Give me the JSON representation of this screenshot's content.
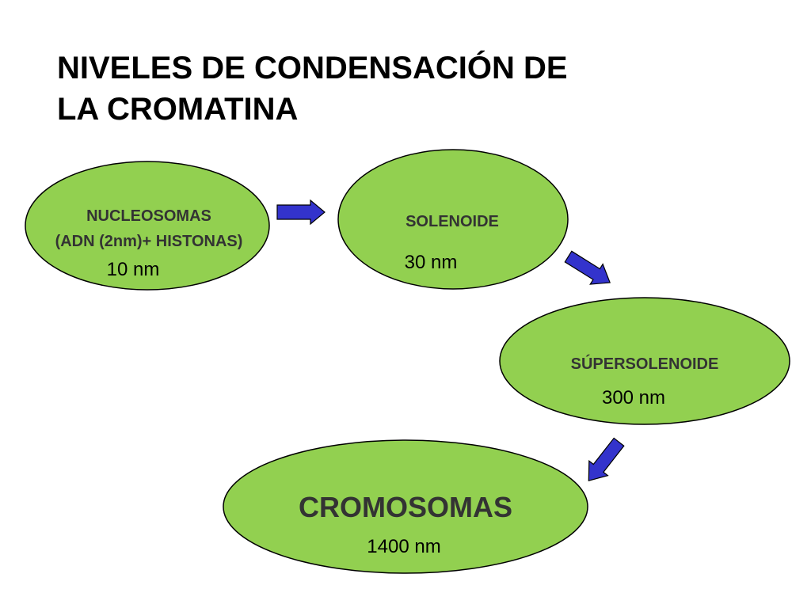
{
  "title": {
    "line1": "NIVELES DE CONDENSACIÓN DE",
    "line2": "LA CROMATINA"
  },
  "colors": {
    "node_fill": "#92d050",
    "node_stroke": "#000000",
    "arrow_fill": "#3333cc",
    "text": "#333333"
  },
  "nodes": {
    "nucleosomas": {
      "label": "NUCLEOSOMAS",
      "sublabel": "(ADN (2nm)+ HISTONAS)",
      "size": "10 nm"
    },
    "solenoide": {
      "label": "SOLENOIDE",
      "size": "30 nm"
    },
    "supersolenoide": {
      "label": "SÚPERSOLENOIDE",
      "size": "300 nm"
    },
    "cromosomas": {
      "label": "CROMOSOMAS",
      "size": "1400 nm"
    }
  }
}
